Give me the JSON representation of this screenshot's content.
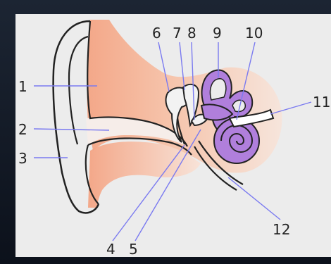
{
  "diagram": {
    "labels": [
      {
        "id": "1",
        "text": "1"
      },
      {
        "id": "2",
        "text": "2"
      },
      {
        "id": "3",
        "text": "3"
      },
      {
        "id": "4",
        "text": "4"
      },
      {
        "id": "5",
        "text": "5"
      },
      {
        "id": "6",
        "text": "6"
      },
      {
        "id": "7",
        "text": "7"
      },
      {
        "id": "8",
        "text": "8"
      },
      {
        "id": "9",
        "text": "9"
      },
      {
        "id": "10",
        "text": "10"
      },
      {
        "id": "11",
        "text": "11"
      },
      {
        "id": "12",
        "text": "12"
      }
    ]
  },
  "colors": {
    "background": "#ececec",
    "outline": "#222222",
    "leader_line": "#7a7af0",
    "tissue": "#f4a07e",
    "inner_ear": "#b07fdc"
  }
}
